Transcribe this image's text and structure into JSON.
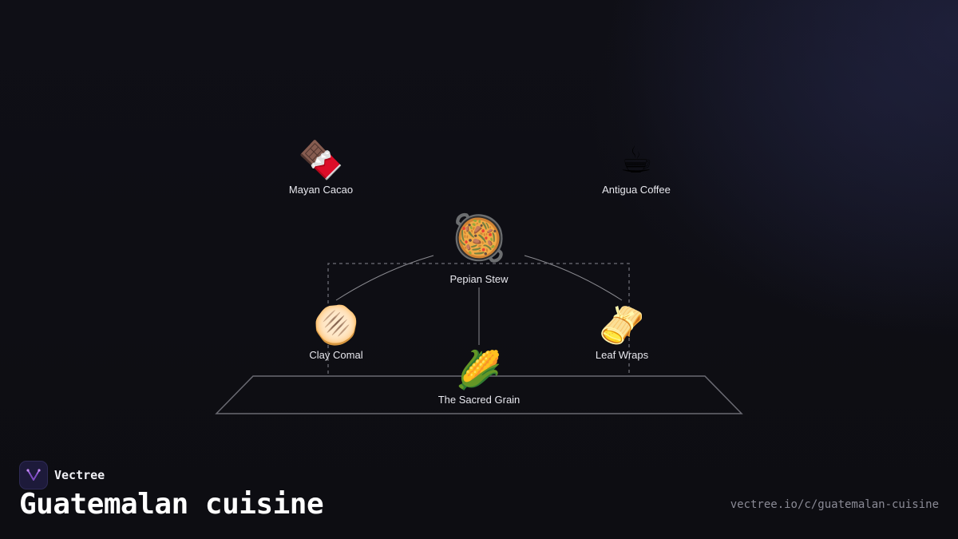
{
  "diagram": {
    "nodes": [
      {
        "id": "mayan-cacao",
        "emoji": "🍫",
        "label": "Mayan Cacao"
      },
      {
        "id": "antigua-coffee",
        "emoji": "☕",
        "label": "Antigua Coffee"
      },
      {
        "id": "pepian-stew",
        "emoji": "🥘",
        "label": "Pepian Stew"
      },
      {
        "id": "clay-comal",
        "emoji": "🫓",
        "label": "Clay Comal"
      },
      {
        "id": "leaf-wraps",
        "emoji": "🫔",
        "label": "Leaf Wraps"
      },
      {
        "id": "sacred-grain",
        "emoji": "🌽",
        "label": "The Sacred Grain"
      }
    ]
  },
  "footer": {
    "brand_name": "Vectree",
    "title": "Guatemalan cuisine",
    "url": "vectree.io/c/guatemalan-cuisine"
  },
  "colors": {
    "background": "#0f0f14",
    "edge": "#8a8a90",
    "accent": "#a066e0"
  }
}
